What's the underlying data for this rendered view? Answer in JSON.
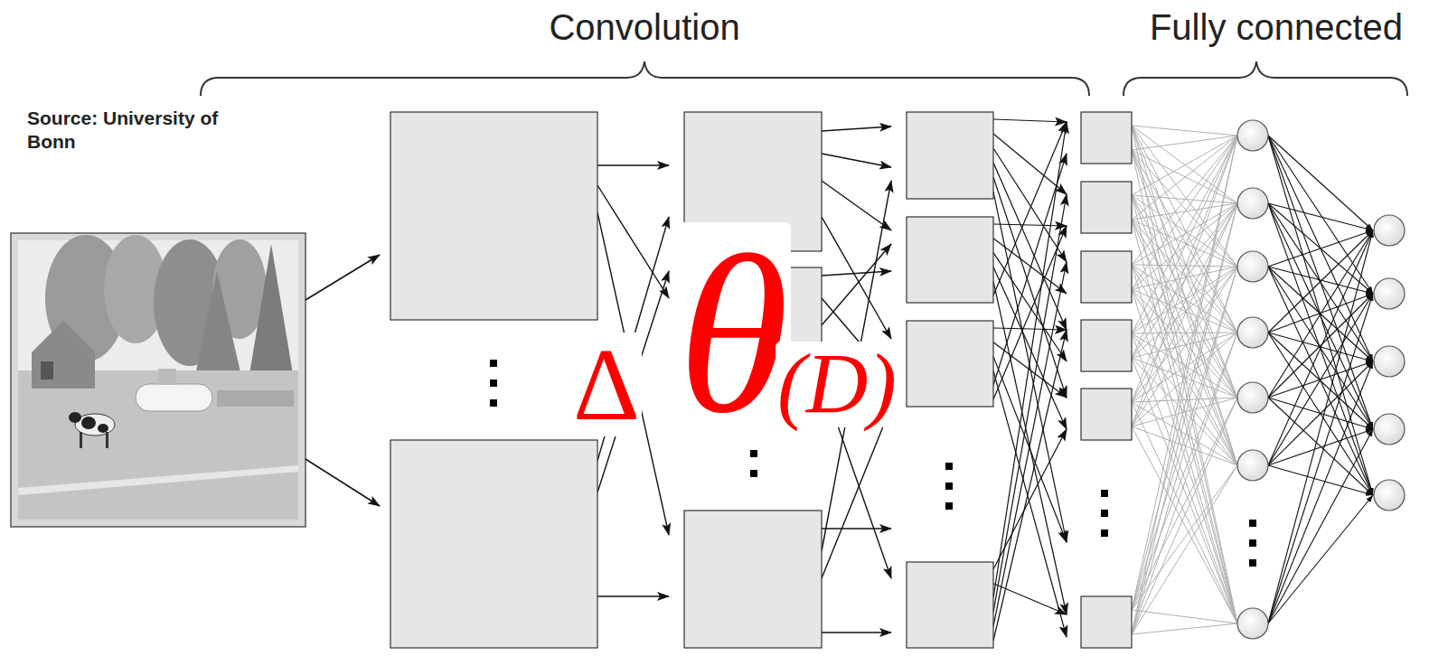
{
  "diagram": {
    "labels": [
      "Convolution",
      "Fully connected",
      "Source: University of Bonn",
      "Δ",
      "θ",
      "(D)"
    ]
  }
}
